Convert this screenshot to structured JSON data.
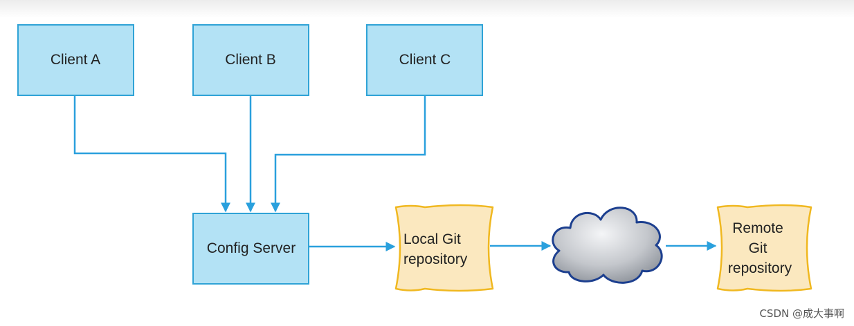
{
  "nodes": {
    "client_a": {
      "label": "Client A"
    },
    "client_b": {
      "label": "Client B"
    },
    "client_c": {
      "label": "Client C"
    },
    "config_server": {
      "label": "Config Server"
    },
    "local_git": {
      "label_lines": [
        "Local Git",
        "repository"
      ]
    },
    "remote_git": {
      "label_lines": [
        "Remote",
        "Git",
        "repository"
      ]
    }
  },
  "icons": {
    "network": "cloud-icon"
  },
  "colors": {
    "box_fill": "#b3e2f5",
    "box_stroke": "#2fa3d6",
    "arrow": "#2aa0dd",
    "scroll_fill": "#fbe8bf",
    "scroll_stroke": "#f0b820",
    "cloud_fill": "#c4c7cc",
    "cloud_stroke": "#1c3f8f"
  },
  "watermark": "CSDN @成大事啊"
}
